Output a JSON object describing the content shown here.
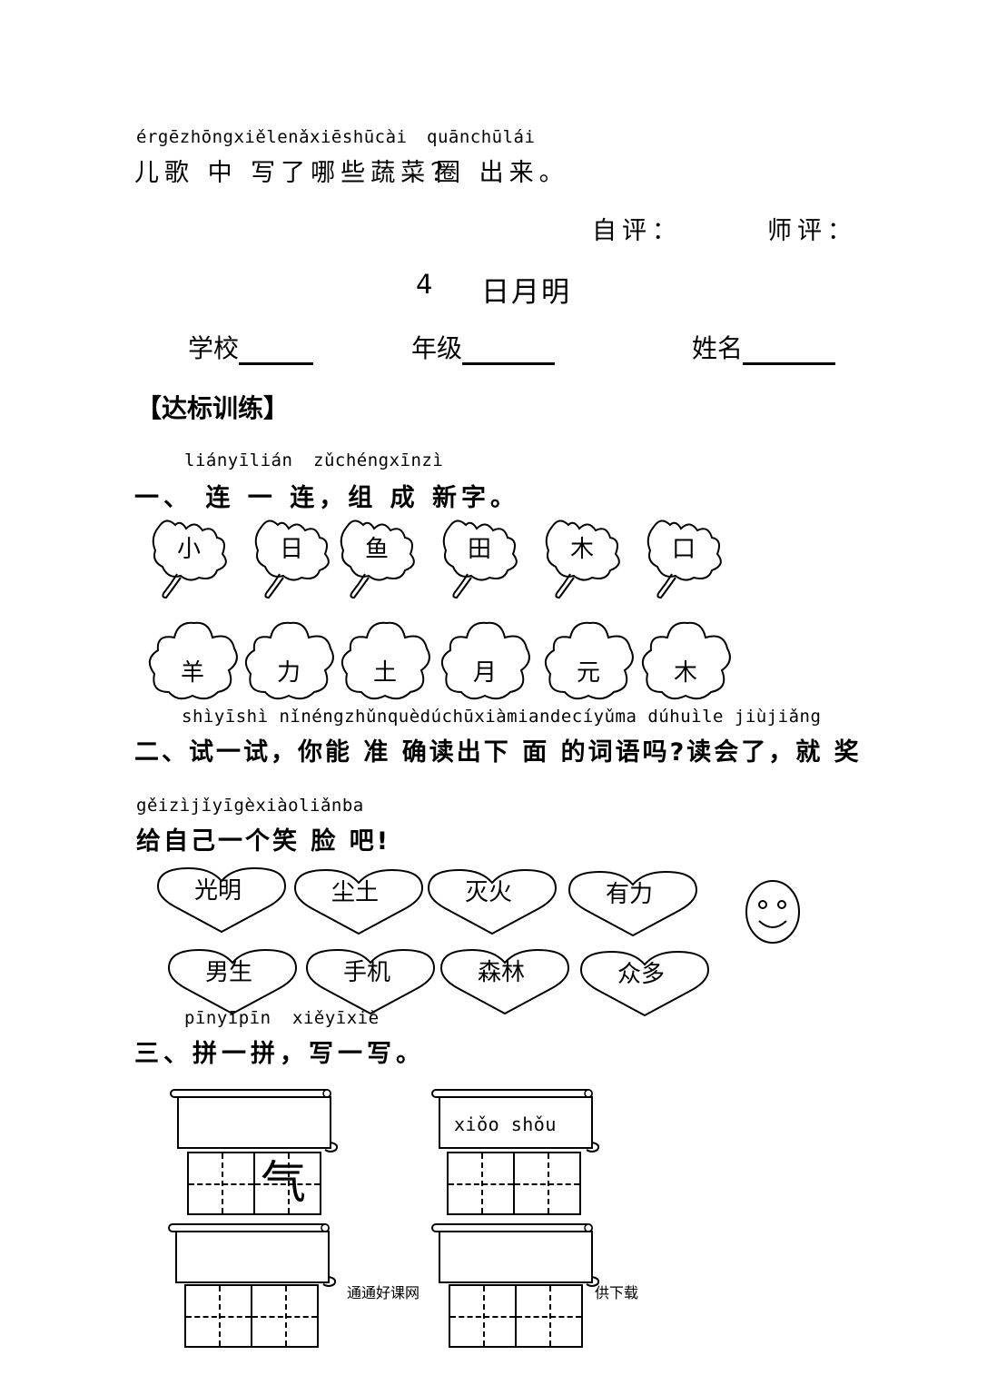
{
  "top": {
    "pinyin1": "érgēzhōngxiělenǎxiēshūcài",
    "pinyin2": "quānchūlái",
    "text1": "儿歌 中 写了哪些蔬菜？",
    "text2": "圈 出来。"
  },
  "evaluation": {
    "self": "自评：",
    "teacher": "师评："
  },
  "lesson": {
    "number": "4",
    "title": "日月明"
  },
  "info": {
    "school": "学校",
    "grade": "年级",
    "name": "姓名"
  },
  "section_header": "【达标训练】",
  "q1": {
    "pinyin1": "liányīlián",
    "pinyin2": "zǔchéngxīnzì",
    "title": "一、 连 一 连，组 成  新字。",
    "leaves": [
      "小",
      "日",
      "鱼",
      "田",
      "木",
      "口"
    ],
    "clouds": [
      "羊",
      "力",
      "土",
      "月",
      "元",
      "木"
    ]
  },
  "q2": {
    "pinyin_line1": "shìyīshì  nǐnéngzhǔnquèdúchūxiàmiandecíyǔma  dúhuìle  jiùjiǎng",
    "title_line1": "二、试一试，你能 准 确读出下 面 的词语吗?读会了，就 奖",
    "pinyin_line2": "gěizìjǐyīgèxiàoliǎnba",
    "title_line2": "给自己一个笑 脸 吧!",
    "hearts_row1": [
      "光明",
      "尘土",
      "灭火",
      "有力"
    ],
    "hearts_row2": [
      "男生",
      "手机",
      "森林",
      "众多"
    ],
    "smiley_icon": "smiley-face-icon"
  },
  "q3": {
    "pinyin1": "pīnyīpīn",
    "pinyin2": "xiěyīxiě",
    "title": "三、拼一拼，写一写。",
    "scrolls": [
      {
        "pinyin": "",
        "written": "气"
      },
      {
        "pinyin": "xiǒo  shǒu",
        "written": ""
      },
      {
        "pinyin": "",
        "written": ""
      },
      {
        "pinyin": "",
        "written": ""
      }
    ]
  },
  "footer": {
    "text_left": "通通好课网",
    "text_right": "供下载"
  }
}
